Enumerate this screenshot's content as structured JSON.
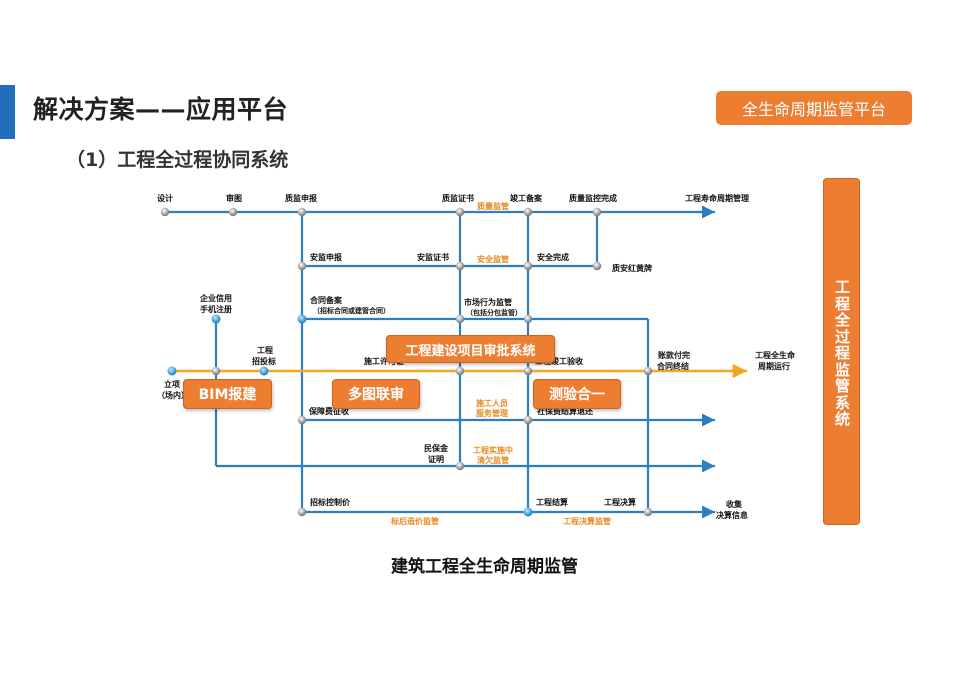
{
  "header": {
    "title": "解决方案——应用平台",
    "subtitle": "（1）工程全过程协同系统",
    "badge": "全生命周期监管平台"
  },
  "side_panel": {
    "label": "工程全过程监管系统"
  },
  "boxes": {
    "approval": "工程建设项目审批系统",
    "bim": "BIM报建",
    "multi_map": "多图联审",
    "survey": "测验合一"
  },
  "diagram": {
    "labels": [
      {
        "id": "design",
        "text": "设计"
      },
      {
        "id": "review",
        "text": "审图"
      },
      {
        "id": "quality-report",
        "text": "质监申报"
      },
      {
        "id": "quality-cert",
        "text": "质监证书"
      },
      {
        "id": "completion-record",
        "text": "竣工备案"
      },
      {
        "id": "quality-done",
        "text": "质量监控完成"
      },
      {
        "id": "lifecycle-mgmt",
        "text": "工程寿命周期管理"
      },
      {
        "id": "safety-report",
        "text": "安监申报"
      },
      {
        "id": "safety-cert",
        "text": "安监证书"
      },
      {
        "id": "safety-done",
        "text": "安全完成"
      },
      {
        "id": "quality-safety-card",
        "text": "质安红黄牌"
      },
      {
        "id": "credit-1",
        "text": "企业信用"
      },
      {
        "id": "credit-2",
        "text": "手机注册"
      },
      {
        "id": "contract-1",
        "text": "合同备案"
      },
      {
        "id": "contract-2",
        "text": "（招标合同或建管合同）"
      },
      {
        "id": "market-1",
        "text": "市场行为监管"
      },
      {
        "id": "market-2",
        "text": "（包括分包监管）"
      },
      {
        "id": "bidding-1",
        "text": "工程"
      },
      {
        "id": "bidding-2",
        "text": "招投标"
      },
      {
        "id": "construction-permit",
        "text": "施工许可证"
      },
      {
        "id": "completion-check",
        "text": "工程竣工验收"
      },
      {
        "id": "payment-1",
        "text": "账款付完"
      },
      {
        "id": "payment-2",
        "text": "合同终结"
      },
      {
        "id": "operation-1",
        "text": "工程全生命"
      },
      {
        "id": "operation-2",
        "text": "周期运行"
      },
      {
        "id": "project-1",
        "text": "立项"
      },
      {
        "id": "project-2",
        "text": "（场内）"
      },
      {
        "id": "deposit",
        "text": "保障费征收"
      },
      {
        "id": "social-fee",
        "text": "社保费结算退还"
      },
      {
        "id": "wage-1",
        "text": "民保金"
      },
      {
        "id": "wage-2",
        "text": "证明"
      },
      {
        "id": "bid-control",
        "text": "招标控制价"
      },
      {
        "id": "settlement",
        "text": "工程结算"
      },
      {
        "id": "final-account",
        "text": "工程决算"
      },
      {
        "id": "collect-1",
        "text": "收集"
      },
      {
        "id": "collect-2",
        "text": "决算信息"
      }
    ],
    "orange_labels": [
      {
        "id": "quality-supervision",
        "text": "质量监管"
      },
      {
        "id": "safety-supervision",
        "text": "安全监管"
      },
      {
        "id": "staff-1",
        "text": "施工人员"
      },
      {
        "id": "staff-2",
        "text": "服务管理"
      },
      {
        "id": "wage-sup-1",
        "text": "工程实施中"
      },
      {
        "id": "wage-sup-2",
        "text": "清欠监管"
      },
      {
        "id": "post-bid",
        "text": "标后造价监管"
      },
      {
        "id": "final-sup",
        "text": "工程决算监管"
      }
    ]
  },
  "caption": "建筑工程全生命周期监管",
  "colors": {
    "accent": "#ed7d31",
    "line": "#2e7fc0",
    "orange_line": "#f5a623",
    "title_bar": "#1f6fba"
  }
}
